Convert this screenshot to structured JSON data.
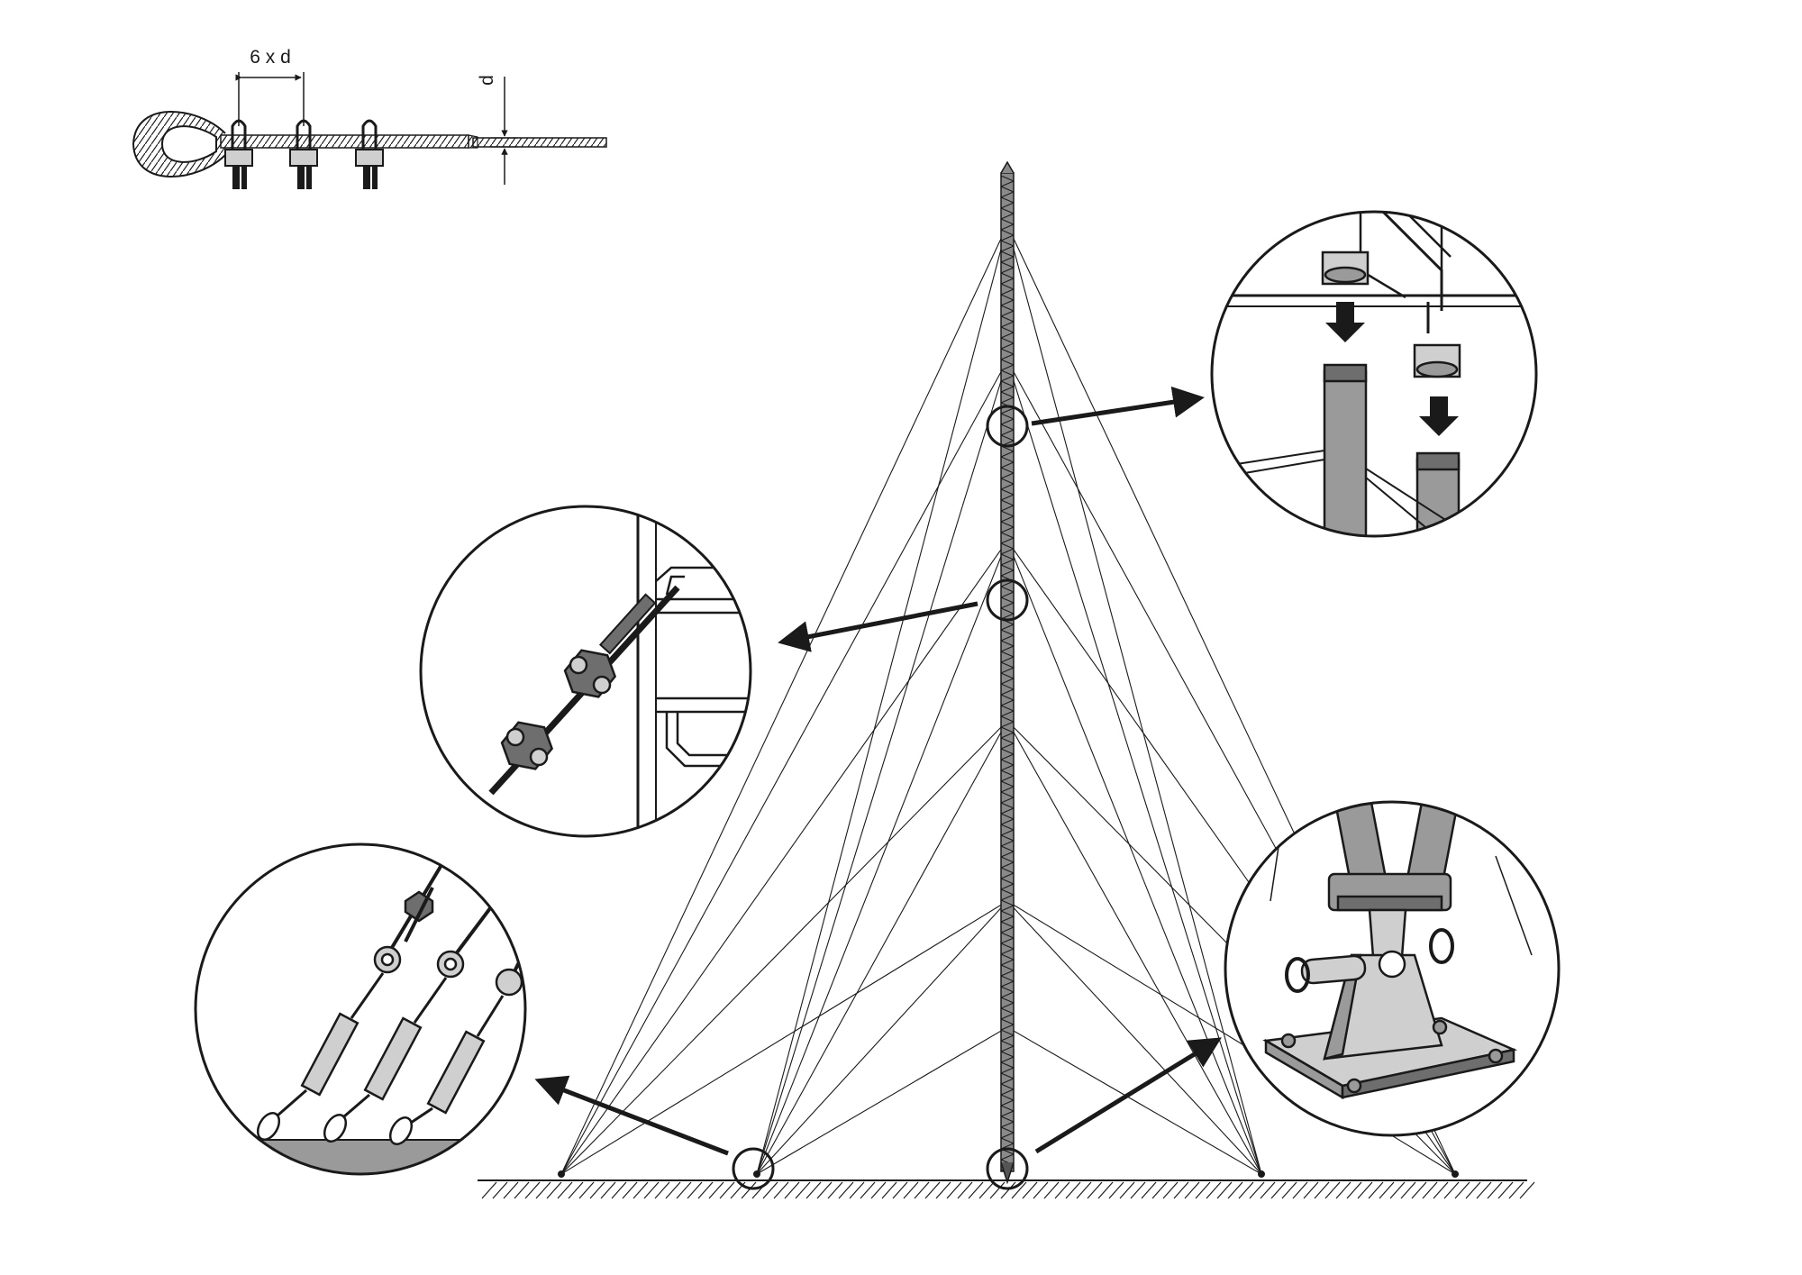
{
  "cable_detail": {
    "spacing_label": "6 x d",
    "diameter_label": "d"
  },
  "colors": {
    "ink": "#1a1a1a",
    "mast_fill": "#6e6e6e",
    "part_fill": "#9a9a9a",
    "light_fill": "#cfcfcf",
    "background": "#ffffff"
  },
  "callouts": [
    {
      "id": "mast-joint",
      "icon": "mast-section-joint-detail"
    },
    {
      "id": "guy-clamp",
      "icon": "guy-wire-clamp-detail"
    },
    {
      "id": "turnbuckle",
      "icon": "turnbuckle-anchor-detail"
    },
    {
      "id": "base",
      "icon": "mast-base-hinge-detail"
    }
  ]
}
